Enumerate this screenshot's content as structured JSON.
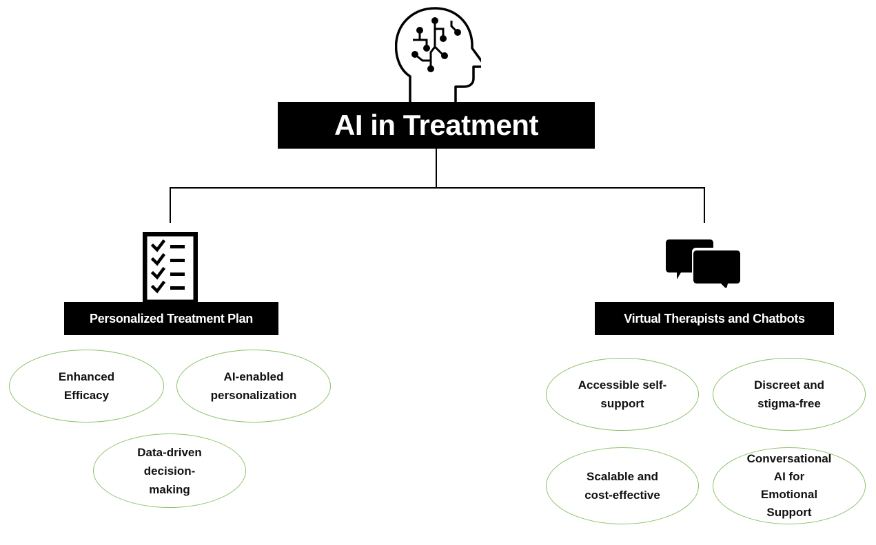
{
  "diagram": {
    "title": "AI in Treatment",
    "title_icon": "ai-brain-head-icon",
    "branches": [
      {
        "label": "Personalized Treatment Plan",
        "icon": "checklist-icon",
        "items": [
          "Enhanced Efficacy",
          "AI-enabled personalization",
          "Data-driven decision-making"
        ]
      },
      {
        "label": "Virtual Therapists and Chatbots",
        "icon": "chat-bubbles-icon",
        "items": [
          "Accessible self-support",
          "Discreet and stigma-free",
          "Scalable and cost-effective",
          "Conversational AI for Emotional Support"
        ]
      }
    ],
    "colors": {
      "box_fill": "#000000",
      "box_text": "#ffffff",
      "ellipse_border": "#8cc26b",
      "connector": "#000000"
    }
  }
}
